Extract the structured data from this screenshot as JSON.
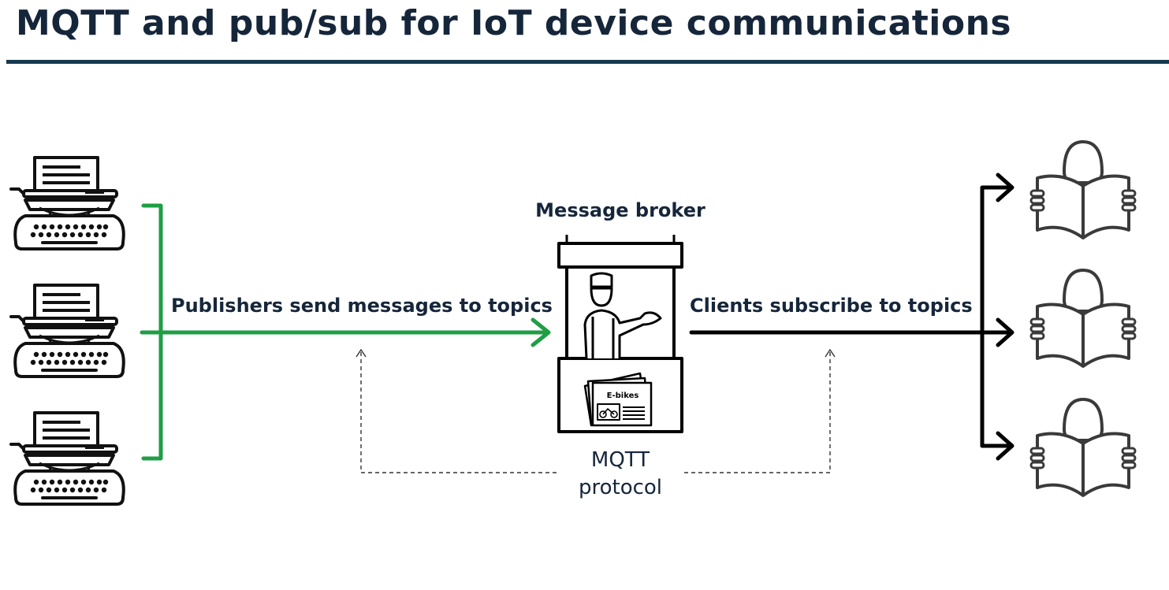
{
  "title": "MQTT and pub/sub for IoT device communications",
  "colors": {
    "title": "#16263a",
    "rule": "#16394d",
    "publish_arrow": "#1e9e45",
    "subscribe_arrow": "#000000",
    "icon_stroke": "#2b2b2b"
  },
  "icons": {
    "publisher": "typewriter-icon",
    "broker": "newsstand-vendor-icon",
    "subscriber": "person-reading-icon"
  },
  "labels": {
    "broker": "Message broker",
    "publish": "Publishers send messages to topics",
    "subscribe": "Clients subscribe to topics",
    "protocol_line1": "MQTT",
    "protocol_line2": "protocol",
    "newspaper": "E-bikes"
  }
}
